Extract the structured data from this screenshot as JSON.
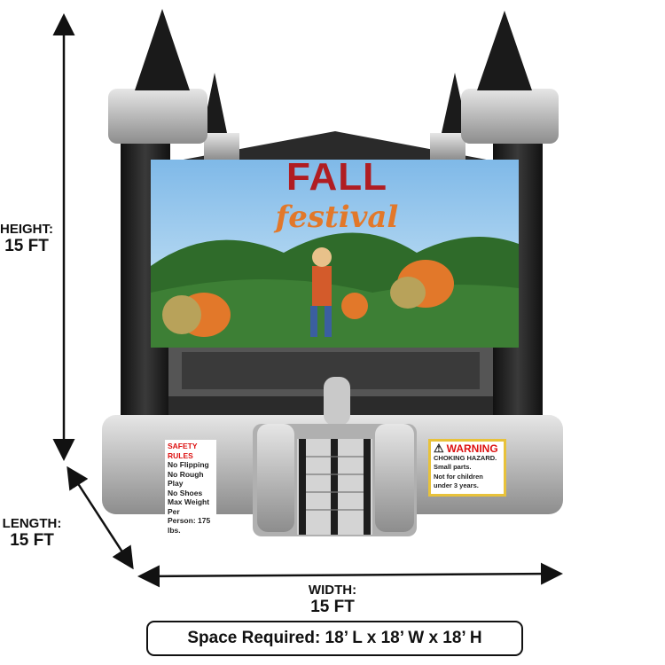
{
  "dimensions": {
    "height": {
      "label": "HEIGHT:",
      "value": "15 FT"
    },
    "length": {
      "label": "LENGTH:",
      "value": "15 FT"
    },
    "width": {
      "label": "WIDTH:",
      "value": "15 FT"
    }
  },
  "space_required": "Space Required: 18’ L x 18’ W x 18’ H",
  "banner": {
    "title": "FALL",
    "subtitle": "festival"
  },
  "safety_rules": {
    "title": "SAFETY RULES",
    "lines": [
      "No Flipping",
      "No Rough Play",
      "No Shoes",
      "Max Weight Per",
      "Person: 175 lbs."
    ]
  },
  "warning": {
    "title": "WARNING",
    "lines": [
      "CHOKING HAZARD.",
      "Small parts.",
      "Not for children",
      "under 3 years."
    ]
  },
  "colors": {
    "title_red": "#b01d22",
    "festival_orange": "#e2782a",
    "sky": "#a9d3f0",
    "grass": "#2f6b2a"
  }
}
